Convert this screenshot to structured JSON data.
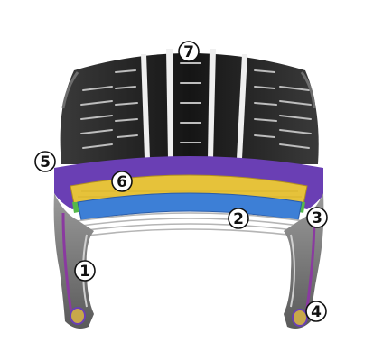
{
  "diagram": {
    "colors": {
      "tread_rubber": "#1c1c1c",
      "tread_groove": "#f2f2f2",
      "purple_layer": "#6a3fb4",
      "yellow_belt": "#e6c23a",
      "blue_belt": "#3d7fd6",
      "green_strip": "#55b84a",
      "carcass_ply": "#d9d9d9",
      "inner_liner": "#8a3aa0",
      "bead": "#c8a84a"
    },
    "callouts": [
      {
        "label": "1",
        "name": "callout-1"
      },
      {
        "label": "2",
        "name": "callout-2"
      },
      {
        "label": "3",
        "name": "callout-3"
      },
      {
        "label": "4",
        "name": "callout-4"
      },
      {
        "label": "5",
        "name": "callout-5"
      },
      {
        "label": "6",
        "name": "callout-6"
      },
      {
        "label": "7",
        "name": "callout-7"
      }
    ]
  }
}
